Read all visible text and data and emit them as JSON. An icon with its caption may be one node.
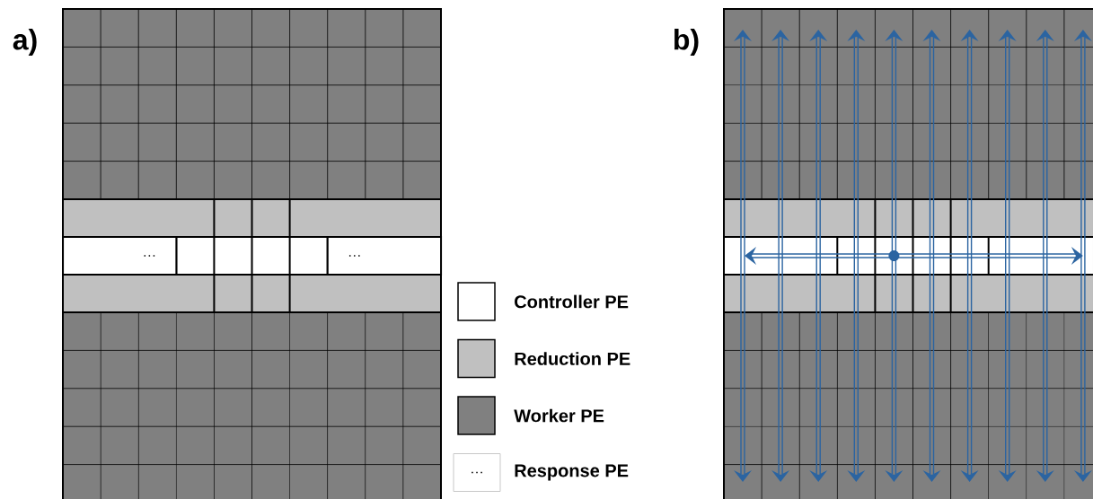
{
  "diagram": {
    "nodes": [
      {
        "text": [
          "…"
        ]
      },
      {
        "text": [
          "…"
        ]
      }
    ],
    "labels": [
      "a)",
      "b)",
      "…"
    ],
    "legend": [
      {
        "text": "Controller PE"
      },
      {
        "text": "Reduction PE",
        "color": "#c0c0c0"
      },
      {
        "text": "Worker PE",
        "color": "#808080"
      },
      {
        "text": "Response PE"
      }
    ]
  }
}
